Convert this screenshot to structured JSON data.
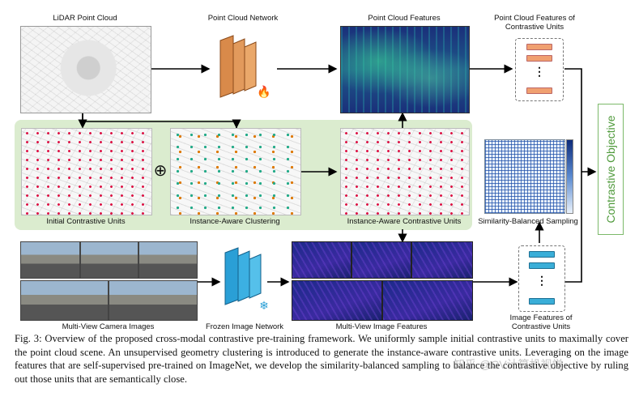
{
  "labels": {
    "lidar": "LiDAR Point Cloud",
    "pc_network": "Point Cloud Network",
    "pc_features": "Point Cloud Features",
    "pc_unit_features": "Point Cloud Features of\nContrastive Units",
    "initial_units": "Initial Contrastive Units",
    "clustering": "Instance-Aware Clustering",
    "ia_units": "Instance-Aware Contrastive Units",
    "sim_sampling": "Similarity-Balanced Sampling",
    "objective": "Contrastive Objective",
    "camera_images": "Multi-View Camera Images",
    "image_network": "Frozen Image Network",
    "mv_features": "Multi-View Image Features",
    "img_unit_features": "Image Features of\nContrastive Units",
    "plus": "⊕",
    "fire": "🔥",
    "snow": "❄",
    "ellipsis": "⋮"
  },
  "caption": "Fig. 3: Overview of the proposed cross-modal contrastive pre-training framework. We uniformly sample initial contrastive units to maximally cover the point cloud scene. An unsupervised geometry clustering is introduced to generate the instance-aware contrastive units. Leveraging on the image features that are self-supervised pre-trained on ImageNet, we develop the similarity-balanced sampling to balance the contrastive objective by ruling out those units that are semantically close.",
  "watermark": "知乎 @CV计算机视觉",
  "colors": {
    "pc_bar": "#f0a070",
    "img_bar": "#3aaed8",
    "network_pc": "#d98a4a",
    "network_img": "#2a9fd6",
    "green_band": "#dbeccf",
    "objective": "#4f9a3b"
  },
  "icons": {
    "fire": "fire-icon",
    "snow": "snowflake-icon",
    "plus": "circled-plus-icon"
  }
}
